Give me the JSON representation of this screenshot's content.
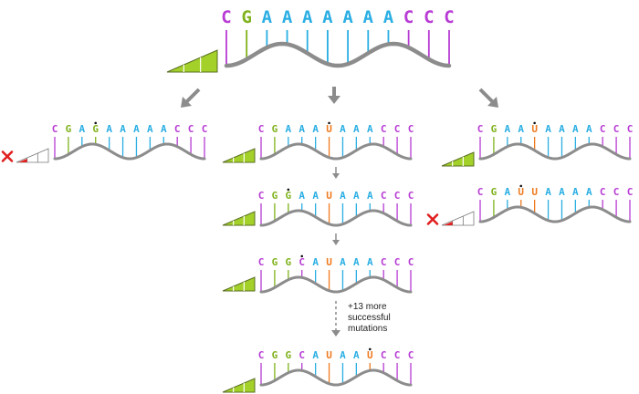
{
  "colors": {
    "C": "#b73bd4",
    "G": "#7fb21c",
    "A": "#2aaee3",
    "U": "#ef7a1e",
    "backbone": "#8c8c8c",
    "arrow": "#8c8c8c",
    "fitness_fill": "#a3d12a",
    "fitness_outline": "#5a6e22",
    "fail_mark": "#e02020",
    "mutation_dot": "#111111"
  },
  "icons": {
    "fitness_meter": "fitness-meter-icon",
    "failure": "x-mark-icon",
    "mutation": "mutation-dot"
  },
  "sequences": {
    "origin": {
      "letters": [
        "C",
        "G",
        "A",
        "A",
        "A",
        "A",
        "A",
        "A",
        "A",
        "C",
        "C",
        "C"
      ],
      "mutated": null,
      "fitness": "full"
    },
    "left": {
      "letters": [
        "C",
        "G",
        "A",
        "G",
        "A",
        "A",
        "A",
        "A",
        "A",
        "C",
        "C",
        "C"
      ],
      "mutated": 3,
      "fitness": "failed"
    },
    "center_1": {
      "letters": [
        "C",
        "G",
        "A",
        "A",
        "A",
        "U",
        "A",
        "A",
        "A",
        "C",
        "C",
        "C"
      ],
      "mutated": 5,
      "fitness": "full"
    },
    "center_2": {
      "letters": [
        "C",
        "G",
        "G",
        "A",
        "A",
        "U",
        "A",
        "A",
        "A",
        "C",
        "C",
        "C"
      ],
      "mutated": 2,
      "fitness": "full"
    },
    "center_3": {
      "letters": [
        "C",
        "G",
        "G",
        "C",
        "A",
        "U",
        "A",
        "A",
        "A",
        "C",
        "C",
        "C"
      ],
      "mutated": 3,
      "fitness": "full"
    },
    "center_4": {
      "letters": [
        "C",
        "G",
        "G",
        "C",
        "A",
        "U",
        "A",
        "A",
        "U",
        "C",
        "C",
        "C"
      ],
      "mutated": 8,
      "fitness": "full"
    },
    "right_1": {
      "letters": [
        "C",
        "G",
        "A",
        "A",
        "U",
        "A",
        "A",
        "A",
        "A",
        "C",
        "C",
        "C"
      ],
      "mutated": 4,
      "fitness": "full"
    },
    "right_2": {
      "letters": [
        "C",
        "G",
        "A",
        "U",
        "U",
        "A",
        "A",
        "A",
        "A",
        "C",
        "C",
        "C"
      ],
      "mutated": 3,
      "fitness": "failed"
    }
  },
  "skip_note": [
    "+13 more",
    "successful",
    "mutations"
  ]
}
